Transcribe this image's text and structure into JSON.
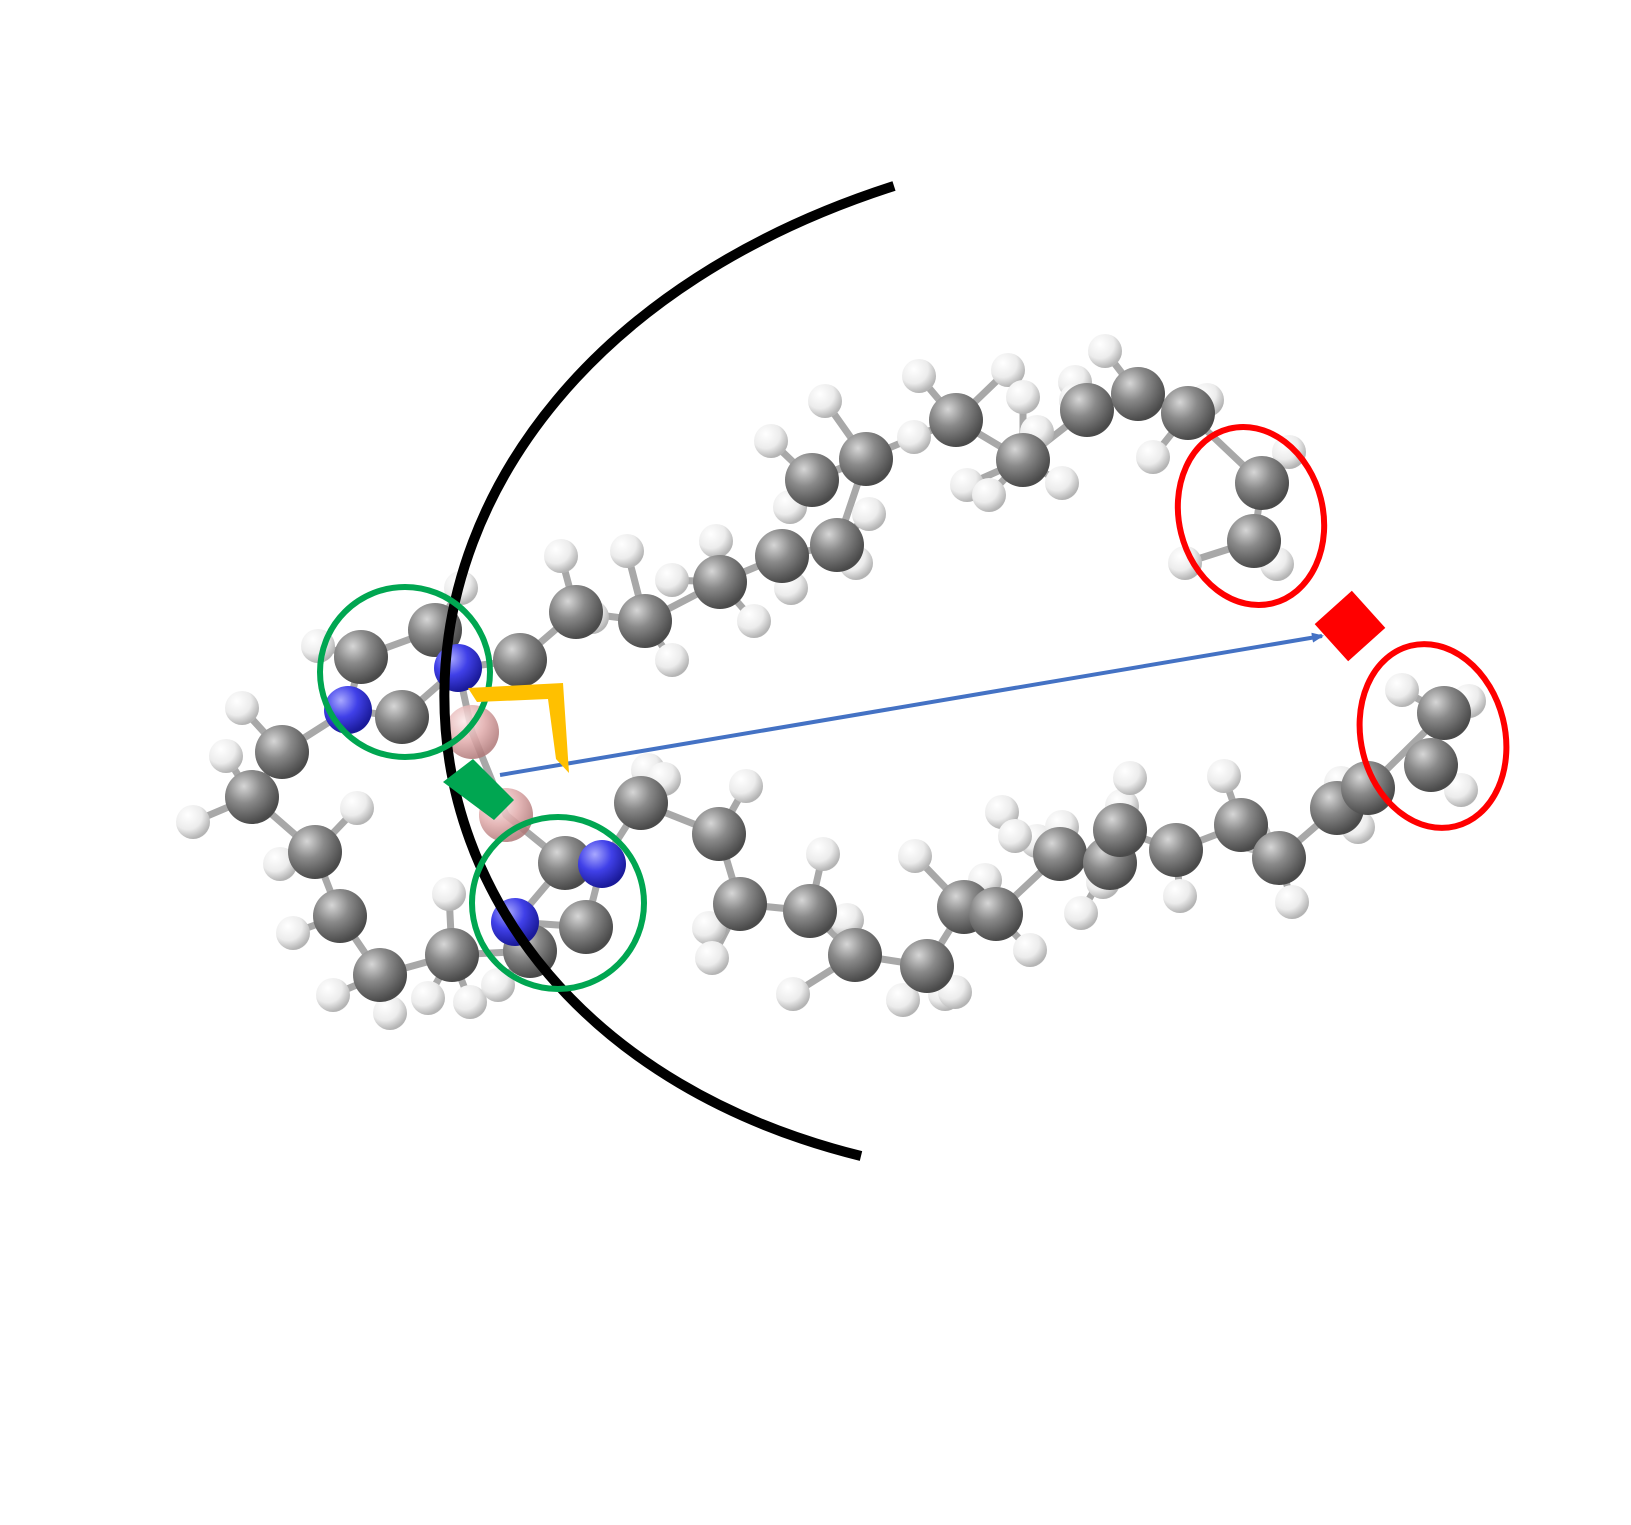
{
  "colors": {
    "background": "#ffffff",
    "carbon": "#7a7a7a",
    "hydrogen": "#f2f2f2",
    "nitrogen": "#3a3ae6",
    "boron": "#e8b4b4",
    "bond": "#a8a8a8",
    "green_marker": "#00a651",
    "red_marker": "#ff0000",
    "orange_marker": "#ffc000",
    "vector_arrow": "#4472c4",
    "arc": "#000000"
  },
  "legend": {
    "green_circle": "imidazolium-ring-group",
    "red_ellipse": "chain-end-methyl-group",
    "orange_bracket": "right-angle-marker",
    "blue_arrow": "length-vector"
  }
}
